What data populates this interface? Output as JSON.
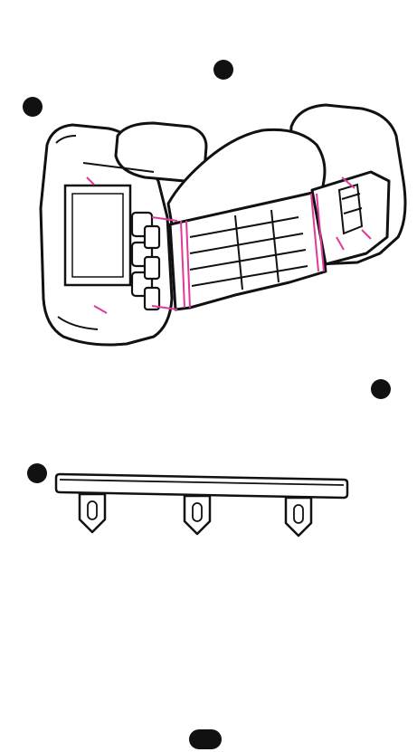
{
  "page": {
    "page_number": ""
  },
  "colors": {
    "ink": "#111111",
    "strap": "#e0399a",
    "paper": "#ffffff",
    "shade": "#e8e8e8"
  },
  "figures": [
    {
      "id": "booster-seat",
      "icon": "booster-seat-underside-illustration"
    },
    {
      "id": "belt-guide-bar",
      "icon": "belt-guide-clip-bar-illustration"
    }
  ]
}
